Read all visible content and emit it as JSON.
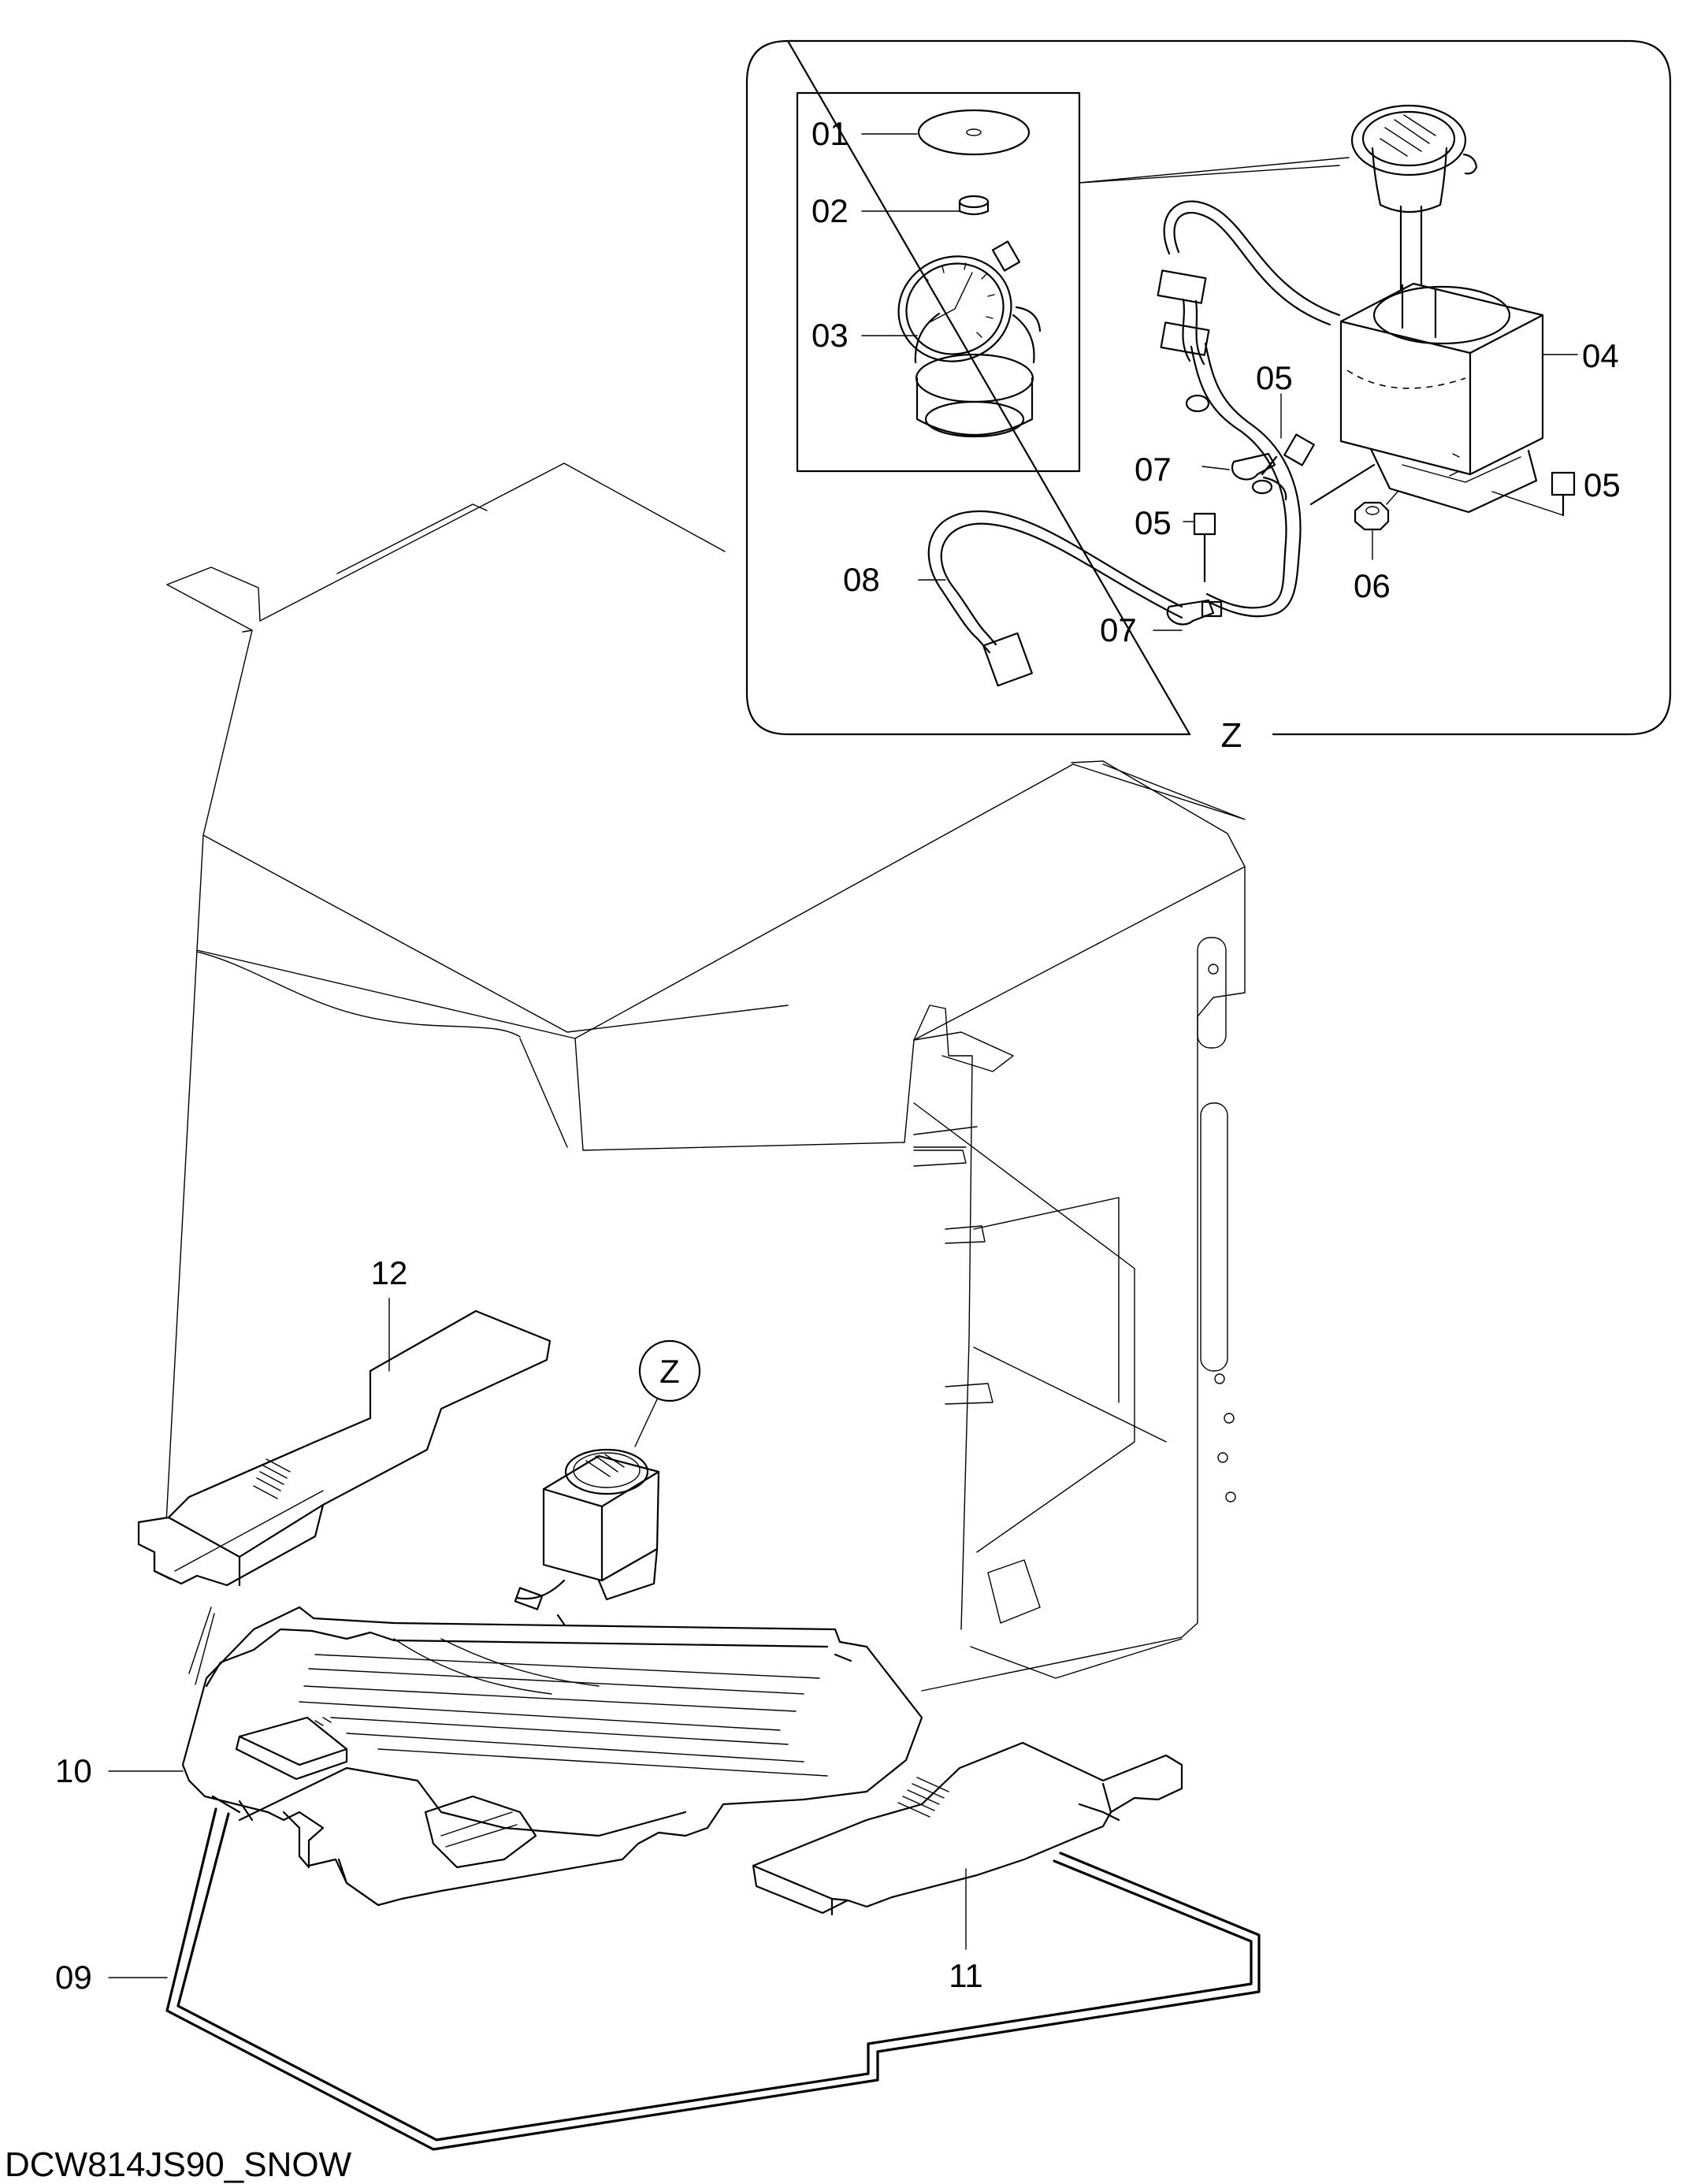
{
  "drawing_code": "DCW814JS90_SNOW",
  "view_label": "Z",
  "callout_label": "Z",
  "parts": [
    {
      "id": "01"
    },
    {
      "id": "02"
    },
    {
      "id": "03"
    },
    {
      "id": "04"
    },
    {
      "id": "05"
    },
    {
      "id": "06"
    },
    {
      "id": "07"
    },
    {
      "id": "08"
    },
    {
      "id": "09"
    },
    {
      "id": "10"
    },
    {
      "id": "11"
    },
    {
      "id": "12"
    }
  ]
}
